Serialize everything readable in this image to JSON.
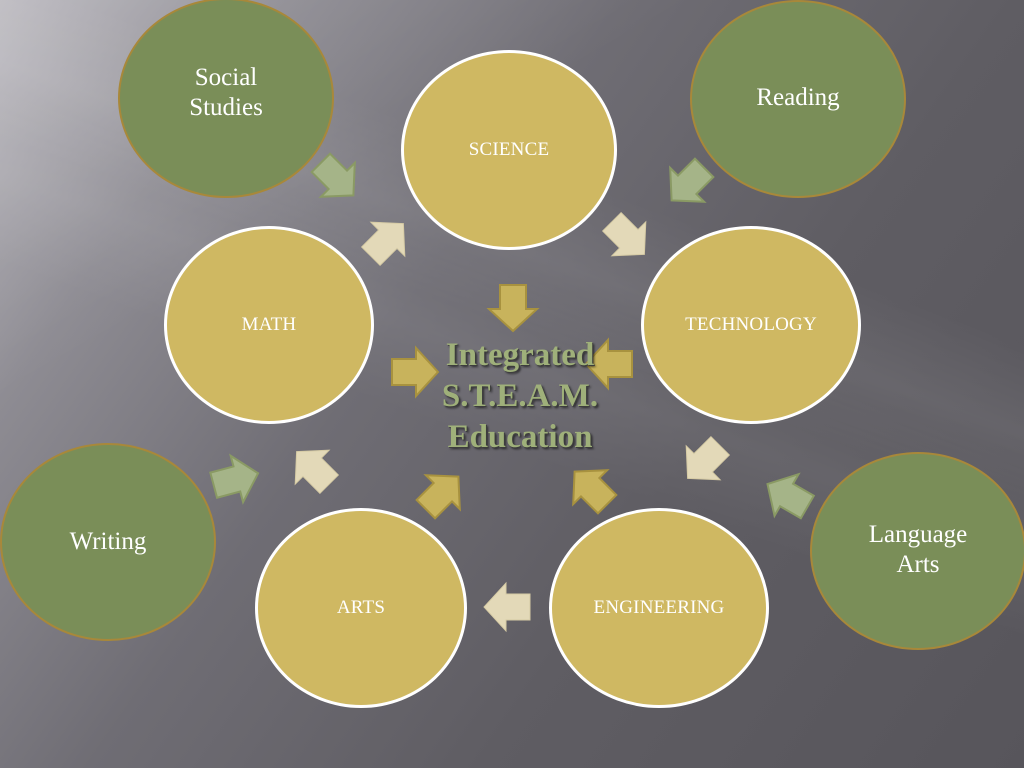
{
  "center": {
    "line1": "Integrated",
    "line2": "S.T.E.A.M.",
    "line3": "Education"
  },
  "core_nodes": {
    "science": "SCIENCE",
    "technology": "TECHNOLOGY",
    "engineering": "ENGINEERING",
    "arts": "ARTS",
    "math": "MATH"
  },
  "outer_nodes": {
    "social_studies": {
      "line1": "Social",
      "line2": "Studies"
    },
    "reading": {
      "line1": "Reading",
      "line2": ""
    },
    "language_arts": {
      "line1": "Language",
      "line2": "Arts"
    },
    "writing": {
      "line1": "Writing",
      "line2": ""
    }
  },
  "colors": {
    "core_fill": "#cfb862",
    "outer_fill": "#7a8e58",
    "cycle_arrow": "#e3d9b8",
    "inward_arrow": "#c8b35c",
    "outer_arrow": "#a5b488",
    "title_text": "#9fb07a"
  }
}
